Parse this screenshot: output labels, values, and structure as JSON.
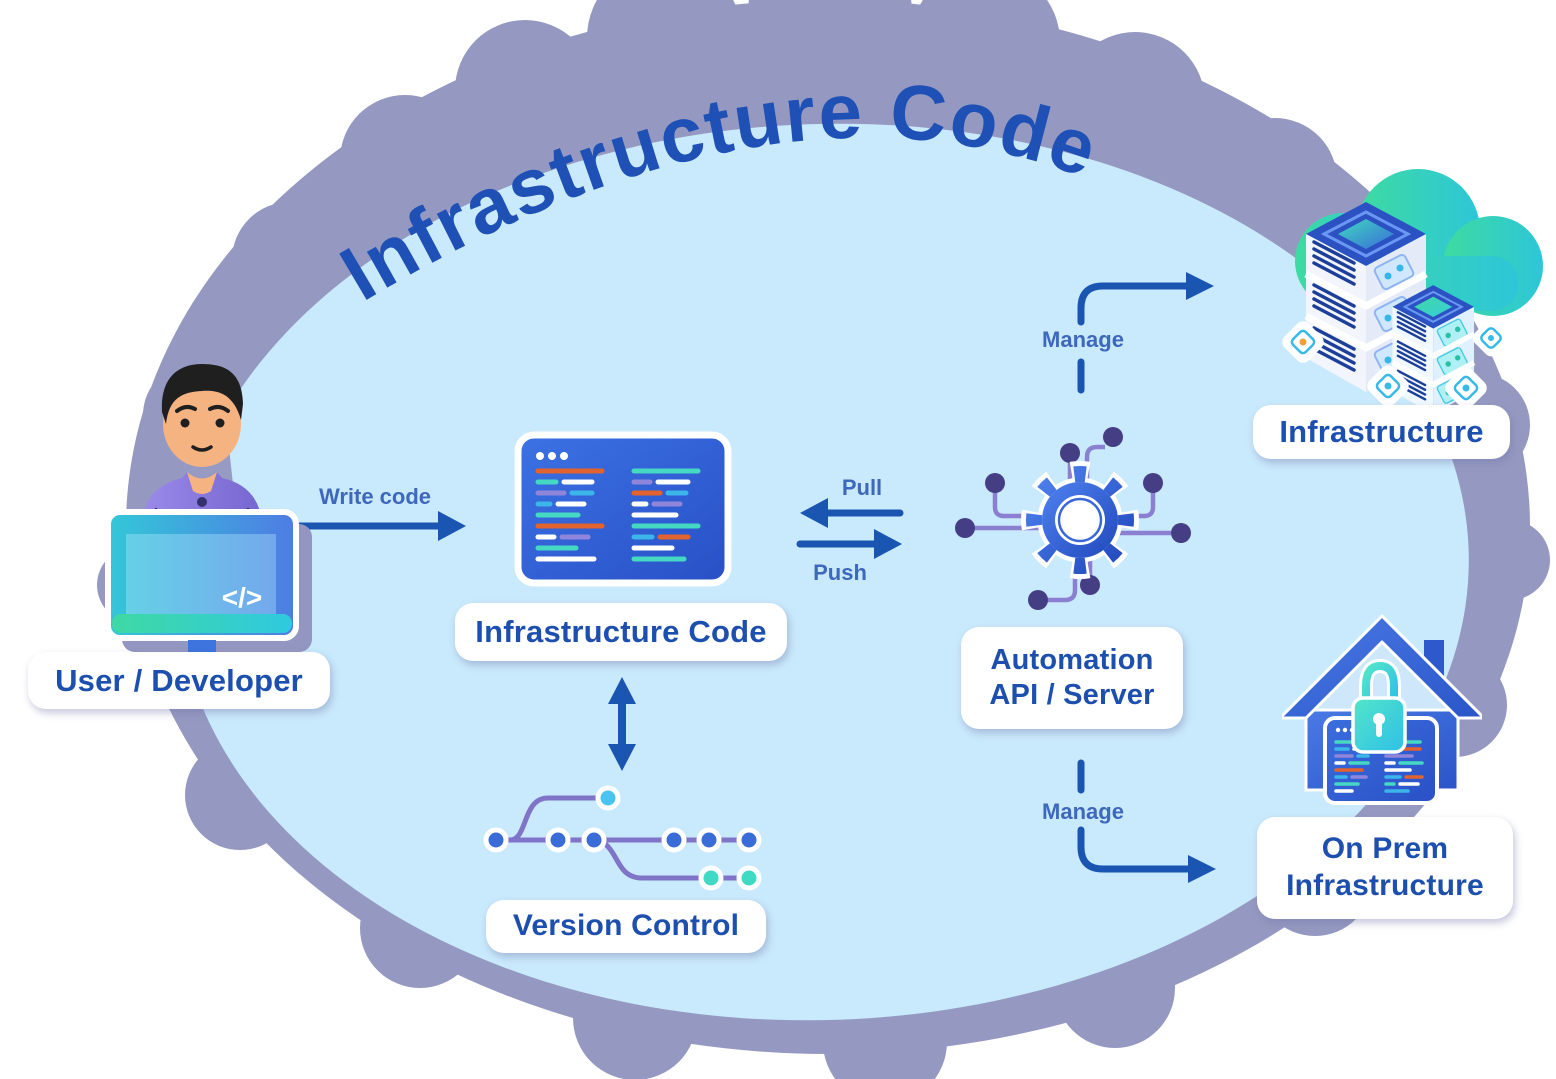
{
  "diagram": {
    "title": "Infrastructure Code",
    "type": "infrastructure-as-code-concept-diagram"
  },
  "nodes": {
    "user_developer": {
      "label": "User / Developer",
      "icon": "developer-at-computer",
      "screen_text": "</>"
    },
    "infrastructure_code": {
      "label": "Infrastructure Code",
      "icon": "code-editor-window"
    },
    "version_control": {
      "label": "Version Control",
      "icon": "git-branch-graph"
    },
    "automation": {
      "label_line1": "Automation",
      "label_line2": "API / Server",
      "icon": "gear-with-circuit"
    },
    "infrastructure": {
      "label": "Infrastructure",
      "icon": "cloud-server-stacks"
    },
    "on_prem": {
      "label_line1": "On Prem",
      "label_line2": "Infrastructure",
      "icon": "house-with-lock-and-code"
    }
  },
  "edges": {
    "write_code": {
      "label": "Write code",
      "from": "user_developer",
      "to": "infrastructure_code"
    },
    "pull": {
      "label": "Pull",
      "from": "automation",
      "to": "infrastructure_code"
    },
    "push": {
      "label": "Push",
      "from": "infrastructure_code",
      "to": "automation"
    },
    "manage_infrastructure": {
      "label": "Manage",
      "from": "automation",
      "to": "infrastructure"
    },
    "manage_on_prem": {
      "label": "Manage",
      "from": "automation",
      "to": "on_prem"
    },
    "version_sync": {
      "label": "",
      "from": "infrastructure_code",
      "to": "version_control",
      "bidirectional": true
    }
  },
  "colors": {
    "outer_blob": "#9599c1",
    "inner_blob": "#c9e9fc",
    "title_text": "#1e50b5",
    "node_label_text": "#1c4fae",
    "edge_label_text": "#3e68bb",
    "arrow": "#1a55b2",
    "circuit_line": "#8a7fd0",
    "circuit_dot": "#453e85",
    "code_orange": "#e2632d",
    "code_teal": "#45d9c3",
    "code_purple": "#8f86dc",
    "code_cyan": "#3cb5ea",
    "teal_accent": "#3fd9c0"
  }
}
